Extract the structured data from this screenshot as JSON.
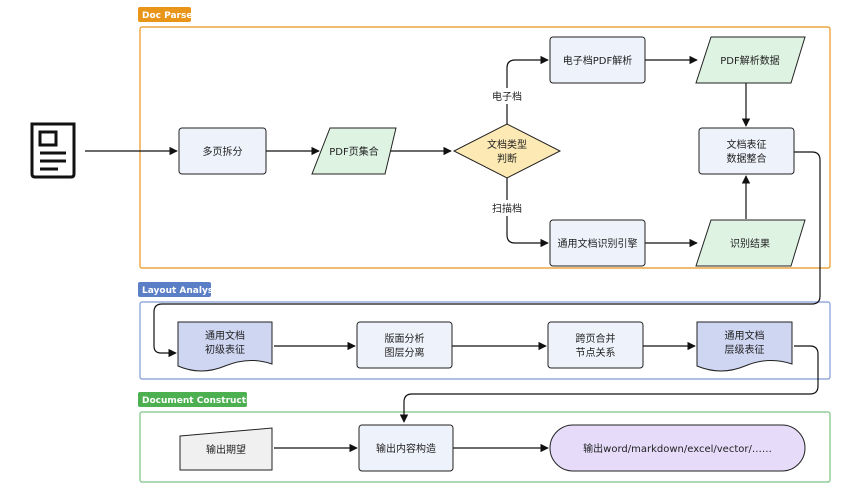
{
  "colors": {
    "doc_parser": "#e8951a",
    "layout_analysis": "#5b7fc7",
    "doc_construction": "#4caf50",
    "process_fill": "#eef2fb",
    "data_fill": "#dff3e3",
    "decision_fill": "#fde9b3",
    "doc_fill": "#cfd6f2",
    "terminal_fill": "#e6dcfa",
    "input_fill": "#f0f0f0"
  },
  "sections": {
    "doc_parser": {
      "label": "Doc Parser"
    },
    "layout_analysis": {
      "label": "Layout Analysis"
    },
    "doc_construction": {
      "label": "Document Construction"
    }
  },
  "nodes": {
    "split": {
      "line1": "多页拆分"
    },
    "pdf_set": {
      "line1": "PDF页集合"
    },
    "type_judge": {
      "line1": "文档类型",
      "line2": "判断"
    },
    "e_parse": {
      "line1": "电子档PDF解析"
    },
    "pdf_data": {
      "line1": "PDF解析数据"
    },
    "ocr_engine": {
      "line1": "通用文档识别引擎"
    },
    "ocr_result": {
      "line1": "识别结果"
    },
    "integrate": {
      "line1": "文档表征",
      "line2": "数据整合"
    },
    "init_repr": {
      "line1": "通用文档",
      "line2": "初级表征"
    },
    "layout_split": {
      "line1": "版面分析",
      "line2": "图层分离"
    },
    "cross_page": {
      "line1": "跨页合并",
      "line2": "节点关系"
    },
    "hier_repr": {
      "line1": "通用文档",
      "line2": "层级表征"
    },
    "output_expect": {
      "line1": "输出期望"
    },
    "content_build": {
      "line1": "输出内容构造"
    },
    "output_format": {
      "line1": "输出word/markdown/excel/vector/……"
    }
  },
  "edges": {
    "electronic": "电子档",
    "scanned": "扫描档"
  },
  "icons": {
    "input_doc": "document-icon"
  }
}
